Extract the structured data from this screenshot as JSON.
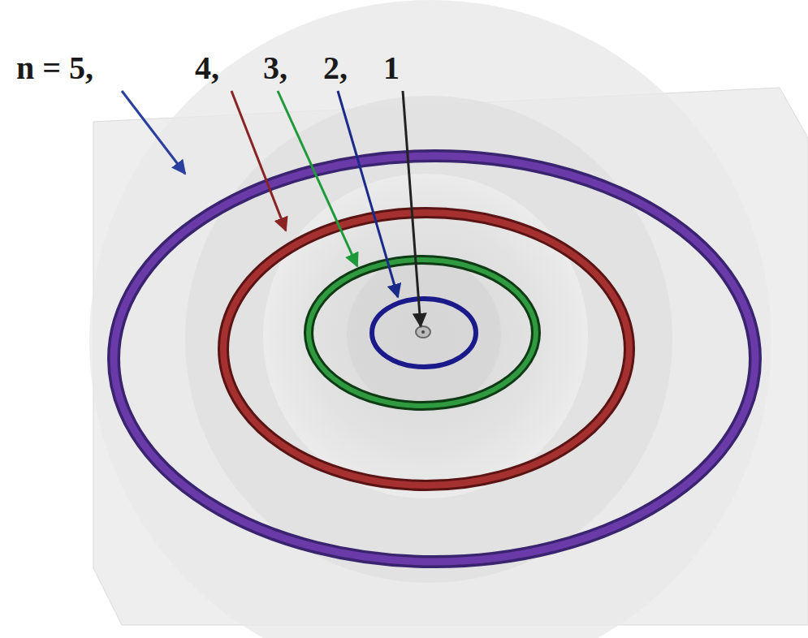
{
  "diagram": {
    "labels": [
      "n = 5,",
      "4,",
      "3,",
      "2,",
      "1"
    ]
  }
}
